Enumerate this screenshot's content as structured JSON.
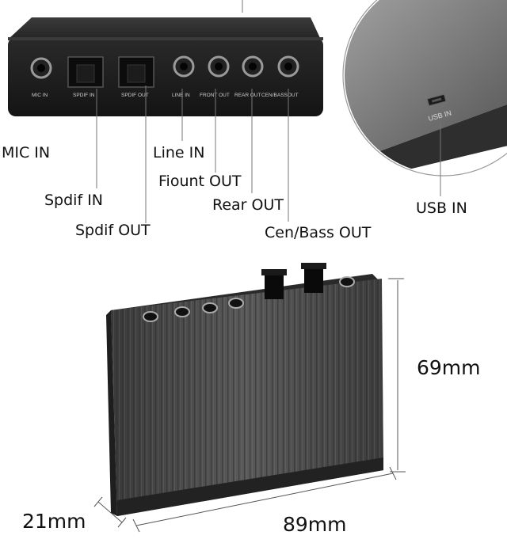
{
  "front_panel": {
    "port_labels": [
      "MIC IN",
      "SPDIF IN",
      "SPDIF OUT",
      "LINE IN",
      "FRONT OUT",
      "REAR OUT",
      "CEN/BASSOUT"
    ]
  },
  "side_panel": {
    "port_label": "USB IN"
  },
  "callouts": {
    "mic_in": "MIC IN",
    "line_in": "Line IN",
    "front_out": "Fiount OUT",
    "spdif_in": "Spdif IN",
    "rear_out": "Rear OUT",
    "spdif_out": "Spdif OUT",
    "cen_bass_out": "Cen/Bass OUT",
    "usb_in": "USB IN"
  },
  "dimensions": {
    "height": "69mm",
    "depth": "21mm",
    "width": "89mm"
  }
}
